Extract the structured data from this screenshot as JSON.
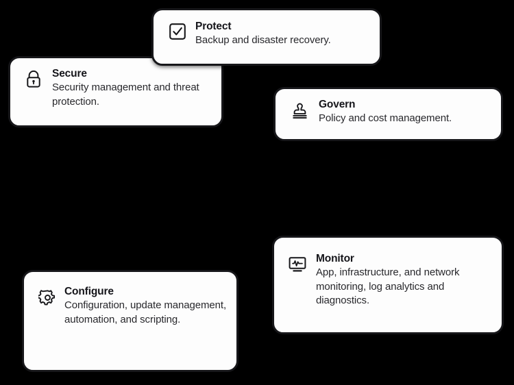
{
  "canvas": {
    "background_color": "#000000",
    "card_background_color": "#fdfdfd",
    "card_border_color": "#17171a",
    "title_color": "#15151a",
    "description_color": "#28282c"
  },
  "cards": [
    {
      "id": "protect",
      "icon": "checkbox-checked-icon",
      "title": "Protect",
      "description": "Backup and disaster recovery."
    },
    {
      "id": "secure",
      "icon": "lock-icon",
      "title": "Secure",
      "description": "Security management and threat protection."
    },
    {
      "id": "govern",
      "icon": "stamp-icon",
      "title": "Govern",
      "description": "Policy and cost management."
    },
    {
      "id": "monitor",
      "icon": "monitor-pulse-icon",
      "title": "Monitor",
      "description": "App, infrastructure, and network monitoring, log analytics and diagnostics."
    },
    {
      "id": "configure",
      "icon": "gear-icon",
      "title": "Configure",
      "description": "Configuration, update management, automation, and scripting."
    }
  ]
}
